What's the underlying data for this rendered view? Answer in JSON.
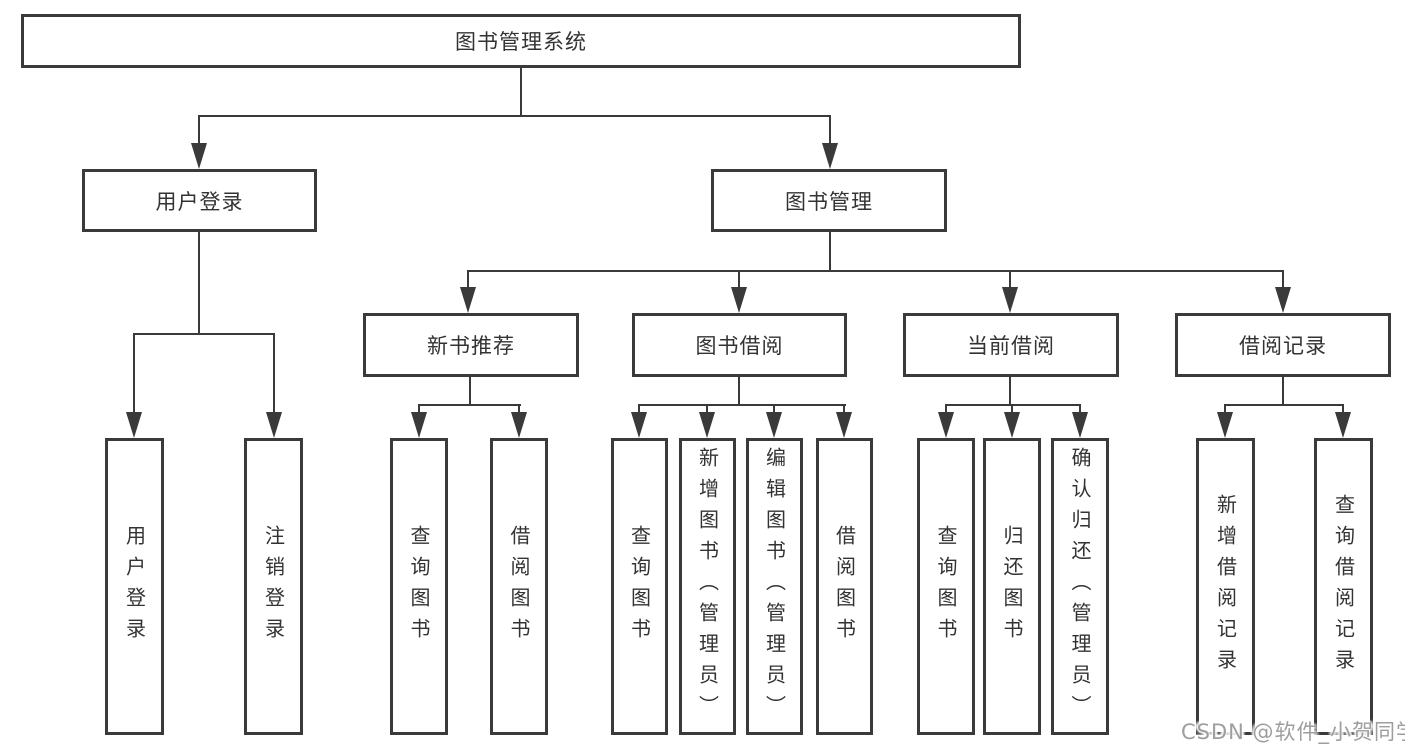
{
  "diagram": {
    "root_label": "图书管理系统",
    "nodes": {
      "user_login": {
        "label": "用户登录",
        "children": [
          "用户登录",
          "注销登录"
        ]
      },
      "book_mgmt": {
        "label": "图书管理"
      },
      "new_book_rec": {
        "label": "新书推荐",
        "children": [
          "查询图书",
          "借阅图书"
        ]
      },
      "book_borrow": {
        "label": "图书借阅",
        "children": [
          "查询图书",
          "新增图书（管理员）",
          "编辑图书（管理员）",
          "借阅图书"
        ]
      },
      "current_borrow": {
        "label": "当前借阅",
        "children": [
          "查询图书",
          "归还图书",
          "确认归还（管理员）"
        ]
      },
      "borrow_record": {
        "label": "借阅记录",
        "children": [
          "新增借阅记录",
          "查询借阅记录"
        ]
      }
    },
    "watermark": "CSDN @软件_小贺同学",
    "colors": {
      "line": "#3a3a3a",
      "text": "#333333",
      "background": "#ffffff",
      "watermark": "#9e9e9e"
    }
  }
}
